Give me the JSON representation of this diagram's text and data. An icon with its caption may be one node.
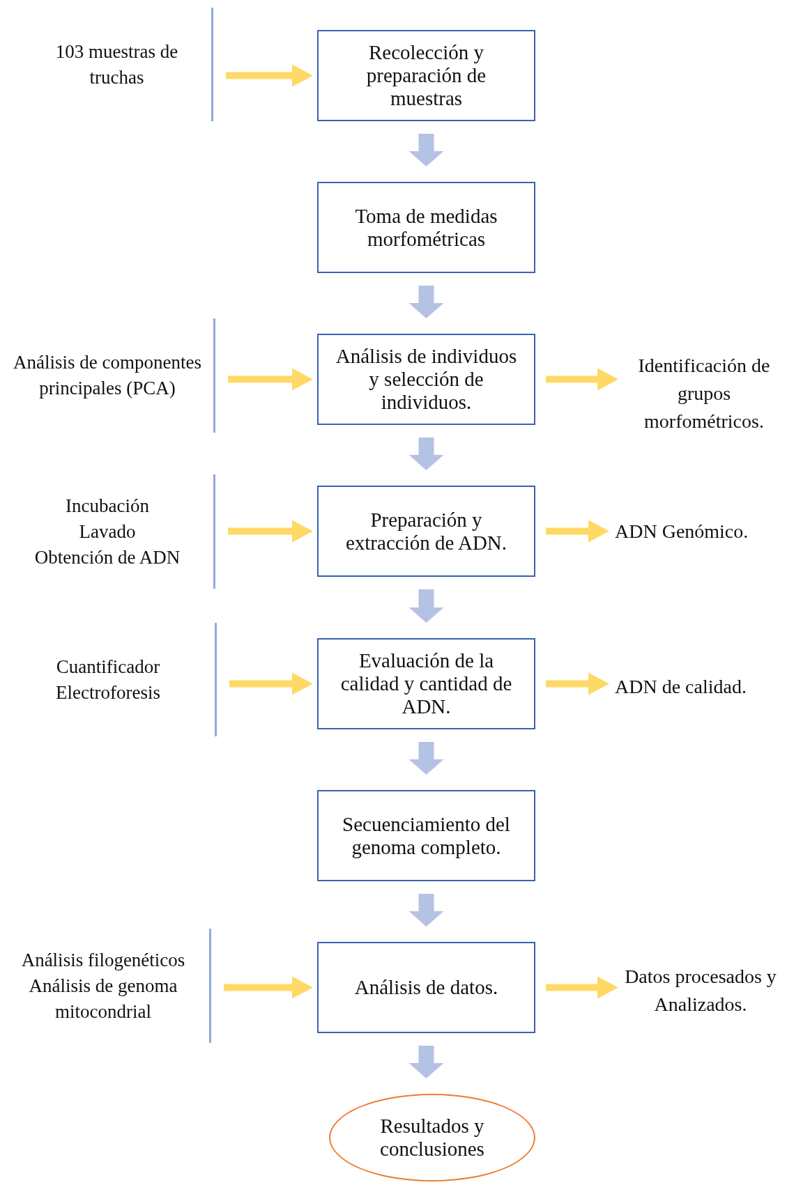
{
  "diagram": {
    "nodes": [
      {
        "text": [
          "103 muestras de truchas"
        ]
      },
      {
        "text": [
          "Recolección y preparación de muestras"
        ]
      },
      {
        "text": [
          "Toma de medidas morfométricas"
        ]
      },
      {
        "text": [
          "Análisis de componentes principales (PCA)"
        ]
      },
      {
        "text": [
          "Análisis de individuos y selección de individuos."
        ]
      },
      {
        "text": [
          "Identificación de grupos morfométricos."
        ]
      },
      {
        "text": [
          "Incubación",
          "Lavado",
          "Obtención de ADN"
        ]
      },
      {
        "text": [
          "Preparación y extracción de ADN."
        ]
      },
      {
        "text": [
          "ADN Genómico."
        ]
      },
      {
        "text": [
          "Cuantificador",
          "Electroforesis"
        ]
      },
      {
        "text": [
          "Evaluación de la calidad y cantidad de ADN."
        ]
      },
      {
        "text": [
          "ADN de calidad."
        ]
      },
      {
        "text": [
          "Secuenciamiento del genoma completo."
        ]
      },
      {
        "text": [
          "Análisis filogenéticos",
          "Análisis de genoma mitocondrial"
        ]
      },
      {
        "text": [
          "Análisis de datos."
        ]
      },
      {
        "text": [
          "Datos procesados y Analizados."
        ]
      },
      {
        "text": [
          "Resultados y conclusiones"
        ]
      }
    ],
    "edges": [
      {
        "from": 0,
        "to": 1,
        "arrow": "to"
      },
      {
        "from": 1,
        "to": 2,
        "arrow": "to",
        "style": "thick",
        "color": "#b4c2e4"
      },
      {
        "from": 2,
        "to": 4,
        "arrow": "to",
        "style": "thick",
        "color": "#b4c2e4"
      },
      {
        "from": 3,
        "to": 4,
        "arrow": "to"
      },
      {
        "from": 4,
        "to": 5,
        "arrow": "to"
      },
      {
        "from": 4,
        "to": 7,
        "arrow": "to",
        "style": "thick",
        "color": "#b4c2e4"
      },
      {
        "from": 6,
        "to": 7,
        "arrow": "to"
      },
      {
        "from": 7,
        "to": 8,
        "arrow": "to"
      },
      {
        "from": 7,
        "to": 10,
        "arrow": "to",
        "style": "thick",
        "color": "#b4c2e4"
      },
      {
        "from": 9,
        "to": 10,
        "arrow": "to"
      },
      {
        "from": 10,
        "to": 11,
        "arrow": "to"
      },
      {
        "from": 10,
        "to": 12,
        "arrow": "to",
        "style": "thick",
        "color": "#b4c2e4"
      },
      {
        "from": 12,
        "to": 14,
        "arrow": "to",
        "style": "thick",
        "color": "#b4c2e4"
      },
      {
        "from": 13,
        "to": 14,
        "arrow": "to"
      },
      {
        "from": 14,
        "to": 15,
        "arrow": "to"
      },
      {
        "from": 14,
        "to": 16,
        "arrow": "to",
        "style": "thick",
        "color": "#b4c2e4"
      }
    ]
  }
}
